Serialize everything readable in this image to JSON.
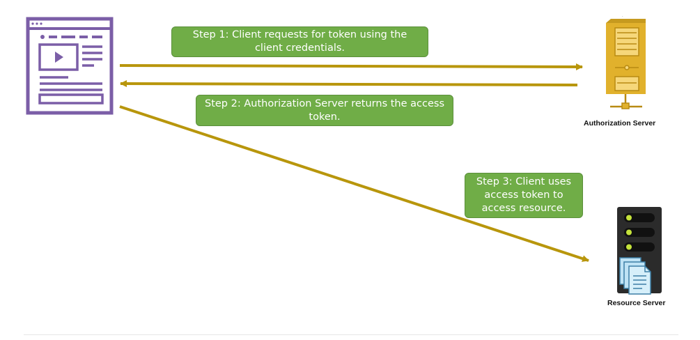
{
  "steps": {
    "step1": "Step 1: Client requests for token using the\nclient credentials.",
    "step2": "Step 2: Authorization Server returns the access\ntoken.",
    "step3": "Step 3: Client uses\naccess token to\naccess resource."
  },
  "servers": {
    "authorization": "Authorization Server",
    "resource": "Resource Server"
  },
  "colors": {
    "arrow": "#b8960c",
    "step_box": "#70ad47",
    "client_icon": "#7b5ea7",
    "auth_server": "#e1b12c",
    "resource_server": "#2b2b2b",
    "status_led": "#c5e33b",
    "document": "#bfe3f5"
  }
}
